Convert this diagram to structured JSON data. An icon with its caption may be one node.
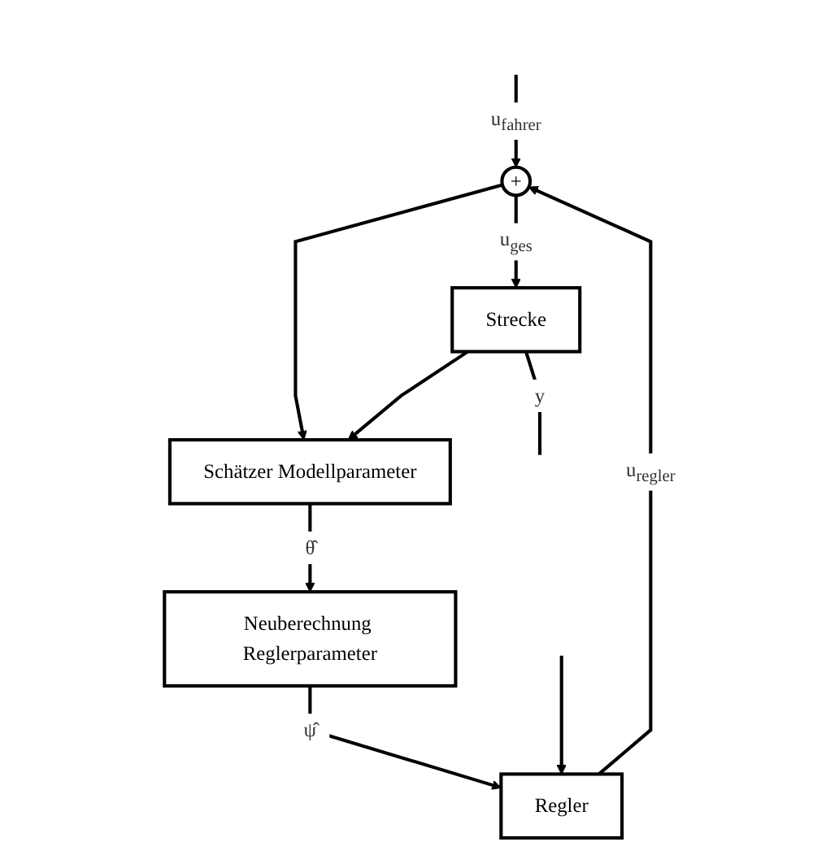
{
  "diagram": {
    "nodes": [
      {
        "text": [
          "+"
        ]
      },
      {
        "text": [
          "Strecke"
        ]
      },
      {
        "text": [
          "Schätzer Modellparameter"
        ]
      },
      {
        "text": [
          "Neuberechnung Reglerparameter"
        ]
      },
      {
        "text": [
          "Regler"
        ]
      }
    ],
    "edges": [
      {
        "from": null,
        "to": 0,
        "arrow": "to",
        "label": "u$_{fahrer}$"
      },
      {
        "from": 0,
        "to": 1,
        "arrow": "to",
        "label": "u$_{ges}$"
      },
      {
        "from": 0,
        "to": 2,
        "arrow": "to"
      },
      {
        "from": 1,
        "to": null,
        "arrow": "none",
        "label": "y"
      },
      {
        "from": 1,
        "to": 2,
        "arrow": "to"
      },
      {
        "from": 2,
        "to": 3,
        "arrow": "to",
        "label": "θ̂"
      },
      {
        "from": 3,
        "to": 4,
        "arrow": "to",
        "label": "ψ̂"
      },
      {
        "from": null,
        "to": 4,
        "arrow": "to"
      },
      {
        "from": 4,
        "to": 0,
        "arrow": "to",
        "label": "u$_{regler}$"
      }
    ]
  }
}
